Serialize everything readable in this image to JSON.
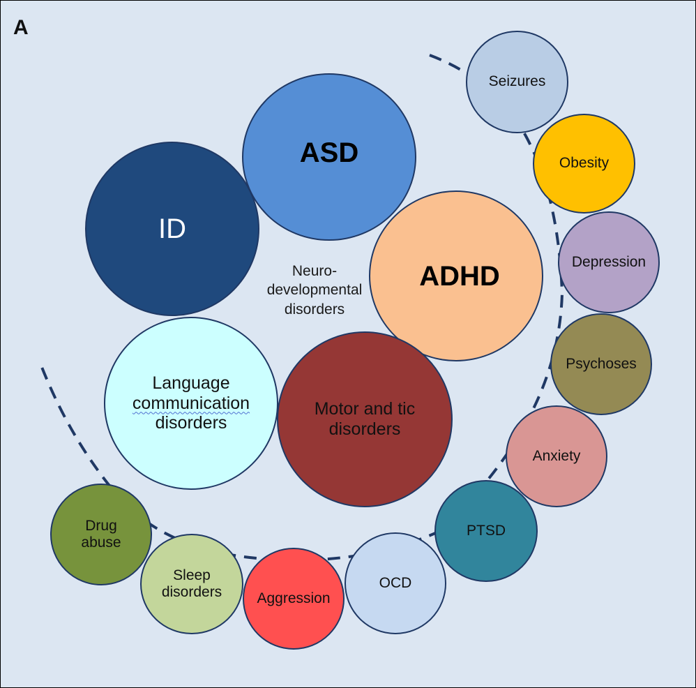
{
  "panel_label": "A",
  "center_label": [
    "Neuro-",
    "developmental",
    "disorders"
  ],
  "core_disorders": {
    "id": "ID",
    "asd": "ASD",
    "adhd": "ADHD",
    "language": [
      "Language",
      "communication",
      "disorders"
    ],
    "motor": [
      "Motor and tic",
      "disorders"
    ]
  },
  "comorbidities": {
    "seizures": "Seizures",
    "obesity": "Obesity",
    "depression": "Depression",
    "psychoses": "Psychoses",
    "anxiety": "Anxiety",
    "ptsd": "PTSD",
    "ocd": "OCD",
    "aggression": "Aggression",
    "sleep": [
      "Sleep",
      "disorders"
    ],
    "drug": [
      "Drug",
      "abuse"
    ]
  },
  "colors": {
    "background": "#dce6f2",
    "id": "#1f497d",
    "asd": "#558ed5",
    "adhd": "#fac090",
    "language": "#ccffff",
    "motor": "#953735",
    "seizures": "#b9cde5",
    "obesity": "#ffc000",
    "depression": "#b3a2c7",
    "psychoses": "#948a54",
    "anxiety": "#d99694",
    "ptsd": "#31859c",
    "ocd": "#c6d9f1",
    "aggression": "#ff5050",
    "sleep": "#c3d69b",
    "drug": "#77933c",
    "arc": "#1f3864"
  }
}
